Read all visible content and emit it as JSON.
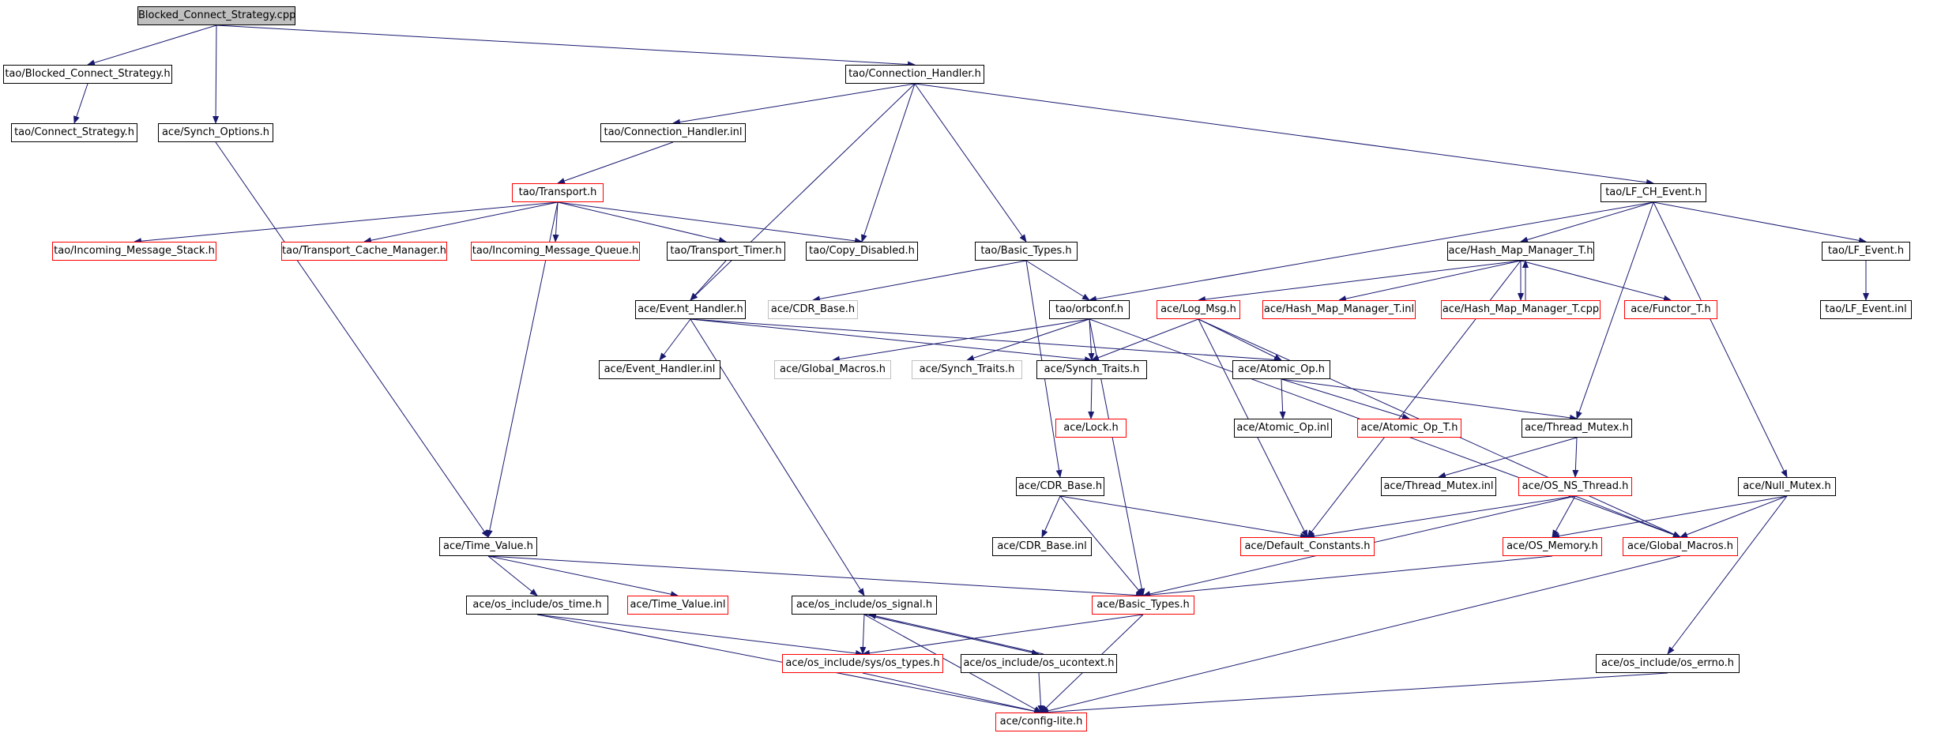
{
  "graph": {
    "edge_color": "#191970",
    "border_colors": {
      "default": "#000000",
      "red": "#ff0000",
      "gray": "#c0c0c0"
    },
    "root_fill": "#bfbfbf",
    "nodes": [
      {
        "id": "root",
        "label": "Blocked_Connect_Strategy.cpp",
        "style": "root"
      },
      {
        "id": "bcs_h",
        "label": "tao/Blocked_Connect_Strategy.h",
        "style": "default"
      },
      {
        "id": "connstrat",
        "label": "tao/Connect_Strategy.h",
        "style": "default"
      },
      {
        "id": "synchopt",
        "label": "ace/Synch_Options.h",
        "style": "default"
      },
      {
        "id": "connhandler",
        "label": "tao/Connection_Handler.h",
        "style": "default"
      },
      {
        "id": "connhandler_inl",
        "label": "tao/Connection_Handler.inl",
        "style": "default"
      },
      {
        "id": "transport",
        "label": "tao/Transport.h",
        "style": "red"
      },
      {
        "id": "incstack",
        "label": "tao/Incoming_Message_Stack.h",
        "style": "red"
      },
      {
        "id": "tcachemgr",
        "label": "tao/Transport_Cache_Manager.h",
        "style": "red"
      },
      {
        "id": "incqueue",
        "label": "tao/Incoming_Message_Queue.h",
        "style": "red"
      },
      {
        "id": "ttimer",
        "label": "tao/Transport_Timer.h",
        "style": "default"
      },
      {
        "id": "copydis",
        "label": "tao/Copy_Disabled.h",
        "style": "default"
      },
      {
        "id": "taobasic",
        "label": "tao/Basic_Types.h",
        "style": "default"
      },
      {
        "id": "lfch",
        "label": "tao/LF_CH_Event.h",
        "style": "default"
      },
      {
        "id": "hmm",
        "label": "ace/Hash_Map_Manager_T.h",
        "style": "default"
      },
      {
        "id": "lfevent",
        "label": "tao/LF_Event.h",
        "style": "default"
      },
      {
        "id": "lfevent_inl",
        "label": "tao/LF_Event.inl",
        "style": "default"
      },
      {
        "id": "evhandler",
        "label": "ace/Event_Handler.h",
        "style": "default"
      },
      {
        "id": "cdrbase_gray",
        "label": "ace/CDR_Base.h",
        "style": "gray"
      },
      {
        "id": "orbconf",
        "label": "tao/orbconf.h",
        "style": "default"
      },
      {
        "id": "logmsg",
        "label": "ace/Log_Msg.h",
        "style": "red"
      },
      {
        "id": "hmm_inl",
        "label": "ace/Hash_Map_Manager_T.inl",
        "style": "red"
      },
      {
        "id": "hmm_cpp",
        "label": "ace/Hash_Map_Manager_T.cpp",
        "style": "red"
      },
      {
        "id": "functor",
        "label": "ace/Functor_T.h",
        "style": "red"
      },
      {
        "id": "evhandler_inl",
        "label": "ace/Event_Handler.inl",
        "style": "default"
      },
      {
        "id": "globalmacros_gray",
        "label": "ace/Global_Macros.h",
        "style": "gray"
      },
      {
        "id": "synchtraits_gray",
        "label": "ace/Synch_Traits.h",
        "style": "gray"
      },
      {
        "id": "synchtraits",
        "label": "ace/Synch_Traits.h",
        "style": "default"
      },
      {
        "id": "atomicop",
        "label": "ace/Atomic_Op.h",
        "style": "default"
      },
      {
        "id": "lock",
        "label": "ace/Lock.h",
        "style": "red"
      },
      {
        "id": "atomicop_inl",
        "label": "ace/Atomic_Op.inl",
        "style": "default"
      },
      {
        "id": "atomicop_t",
        "label": "ace/Atomic_Op_T.h",
        "style": "red"
      },
      {
        "id": "threadmutex",
        "label": "ace/Thread_Mutex.h",
        "style": "default"
      },
      {
        "id": "cdrbase",
        "label": "ace/CDR_Base.h",
        "style": "default"
      },
      {
        "id": "threadmutex_inl",
        "label": "ace/Thread_Mutex.inl",
        "style": "default"
      },
      {
        "id": "osns",
        "label": "ace/OS_NS_Thread.h",
        "style": "red"
      },
      {
        "id": "nullmutex",
        "label": "ace/Null_Mutex.h",
        "style": "default"
      },
      {
        "id": "timevalue",
        "label": "ace/Time_Value.h",
        "style": "default"
      },
      {
        "id": "cdrbase_inl",
        "label": "ace/CDR_Base.inl",
        "style": "default"
      },
      {
        "id": "defconst",
        "label": "ace/Default_Constants.h",
        "style": "red"
      },
      {
        "id": "osmemory",
        "label": "ace/OS_Memory.h",
        "style": "red"
      },
      {
        "id": "globalmacros",
        "label": "ace/Global_Macros.h",
        "style": "red"
      },
      {
        "id": "ostime",
        "label": "ace/os_include/os_time.h",
        "style": "default"
      },
      {
        "id": "timevalue_inl",
        "label": "ace/Time_Value.inl",
        "style": "red"
      },
      {
        "id": "ossignal",
        "label": "ace/os_include/os_signal.h",
        "style": "default"
      },
      {
        "id": "acebasic",
        "label": "ace/Basic_Types.h",
        "style": "red"
      },
      {
        "id": "ostypes",
        "label": "ace/os_include/sys/os_types.h",
        "style": "red"
      },
      {
        "id": "osucontext",
        "label": "ace/os_include/os_ucontext.h",
        "style": "default"
      },
      {
        "id": "oserrno",
        "label": "ace/os_include/os_errno.h",
        "style": "default"
      },
      {
        "id": "configlite",
        "label": "ace/config-lite.h",
        "style": "red"
      }
    ],
    "edges": [
      [
        "root",
        "bcs_h"
      ],
      [
        "root",
        "synchopt"
      ],
      [
        "root",
        "connhandler"
      ],
      [
        "bcs_h",
        "connstrat"
      ],
      [
        "synchopt",
        "timevalue"
      ],
      [
        "connhandler",
        "connhandler_inl"
      ],
      [
        "connhandler",
        "copydis"
      ],
      [
        "connhandler",
        "evhandler"
      ],
      [
        "connhandler",
        "taobasic"
      ],
      [
        "connhandler",
        "lfch"
      ],
      [
        "connhandler_inl",
        "transport"
      ],
      [
        "transport",
        "incstack"
      ],
      [
        "transport",
        "tcachemgr"
      ],
      [
        "transport",
        "incqueue"
      ],
      [
        "transport",
        "ttimer"
      ],
      [
        "transport",
        "copydis"
      ],
      [
        "transport",
        "timevalue"
      ],
      [
        "ttimer",
        "evhandler"
      ],
      [
        "taobasic",
        "cdrbase_gray"
      ],
      [
        "taobasic",
        "orbconf"
      ],
      [
        "taobasic",
        "cdrbase"
      ],
      [
        "lfch",
        "orbconf"
      ],
      [
        "lfch",
        "hmm"
      ],
      [
        "lfch",
        "lfevent"
      ],
      [
        "lfch",
        "threadmutex"
      ],
      [
        "lfch",
        "nullmutex"
      ],
      [
        "lfevent",
        "lfevent_inl"
      ],
      [
        "hmm",
        "logmsg"
      ],
      [
        "hmm",
        "hmm_inl"
      ],
      [
        "hmm",
        "hmm_cpp"
      ],
      [
        "hmm",
        "functor"
      ],
      [
        "hmm",
        "defconst"
      ],
      [
        "hmm_cpp",
        "hmm"
      ],
      [
        "evhandler",
        "evhandler_inl"
      ],
      [
        "evhandler",
        "synchtraits"
      ],
      [
        "evhandler",
        "atomicop"
      ],
      [
        "evhandler",
        "ossignal"
      ],
      [
        "orbconf",
        "globalmacros_gray"
      ],
      [
        "orbconf",
        "synchtraits_gray"
      ],
      [
        "orbconf",
        "synchtraits"
      ],
      [
        "orbconf",
        "acebasic"
      ],
      [
        "orbconf",
        "globalmacros"
      ],
      [
        "logmsg",
        "synchtraits"
      ],
      [
        "logmsg",
        "atomicop"
      ],
      [
        "logmsg",
        "defconst"
      ],
      [
        "logmsg",
        "globalmacros"
      ],
      [
        "synchtraits",
        "lock"
      ],
      [
        "atomicop",
        "atomicop_inl"
      ],
      [
        "atomicop",
        "atomicop_t"
      ],
      [
        "atomicop",
        "threadmutex"
      ],
      [
        "threadmutex",
        "threadmutex_inl"
      ],
      [
        "threadmutex",
        "osns"
      ],
      [
        "cdrbase",
        "cdrbase_inl"
      ],
      [
        "cdrbase",
        "defconst"
      ],
      [
        "cdrbase",
        "acebasic"
      ],
      [
        "osns",
        "defconst"
      ],
      [
        "osns",
        "osmemory"
      ],
      [
        "osns",
        "globalmacros"
      ],
      [
        "osns",
        "acebasic"
      ],
      [
        "nullmutex",
        "osmemory"
      ],
      [
        "nullmutex",
        "globalmacros"
      ],
      [
        "nullmutex",
        "oserrno"
      ],
      [
        "timevalue",
        "ostime"
      ],
      [
        "timevalue",
        "timevalue_inl"
      ],
      [
        "timevalue",
        "acebasic"
      ],
      [
        "osmemory",
        "acebasic"
      ],
      [
        "globalmacros",
        "configlite"
      ],
      [
        "ostime",
        "ostypes"
      ],
      [
        "ostime",
        "configlite"
      ],
      [
        "ossignal",
        "ostypes"
      ],
      [
        "ossignal",
        "osucontext"
      ],
      [
        "ossignal",
        "configlite"
      ],
      [
        "acebasic",
        "ostypes"
      ],
      [
        "acebasic",
        "configlite"
      ],
      [
        "ostypes",
        "configlite"
      ],
      [
        "osucontext",
        "ossignal"
      ],
      [
        "osucontext",
        "configlite"
      ],
      [
        "oserrno",
        "configlite"
      ]
    ]
  }
}
